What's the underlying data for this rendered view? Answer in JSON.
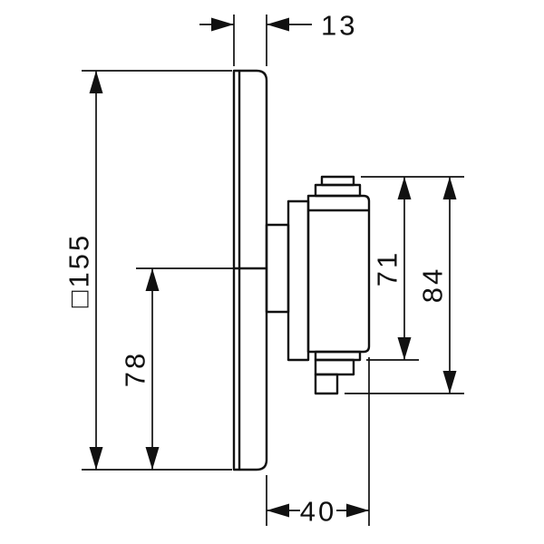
{
  "drawing": {
    "line_color": "#111111",
    "background_color": "#ffffff",
    "dimensions": {
      "plate_thickness": {
        "label": "13",
        "value": 13,
        "axis": "horizontal",
        "location": "top"
      },
      "plate_size": {
        "label": "□155",
        "value": 155,
        "axis": "vertical",
        "location": "left-outer"
      },
      "center_to_bottom": {
        "label": "78",
        "value": 78,
        "axis": "vertical",
        "location": "left-inner"
      },
      "handle_body_length": {
        "label": "71",
        "value": 71,
        "axis": "vertical",
        "location": "right-inner"
      },
      "handle_overall_length": {
        "label": "84",
        "value": 84,
        "axis": "vertical",
        "location": "right-outer"
      },
      "handle_projection": {
        "label": "40",
        "value": 40,
        "axis": "horizontal",
        "location": "bottom"
      }
    }
  }
}
